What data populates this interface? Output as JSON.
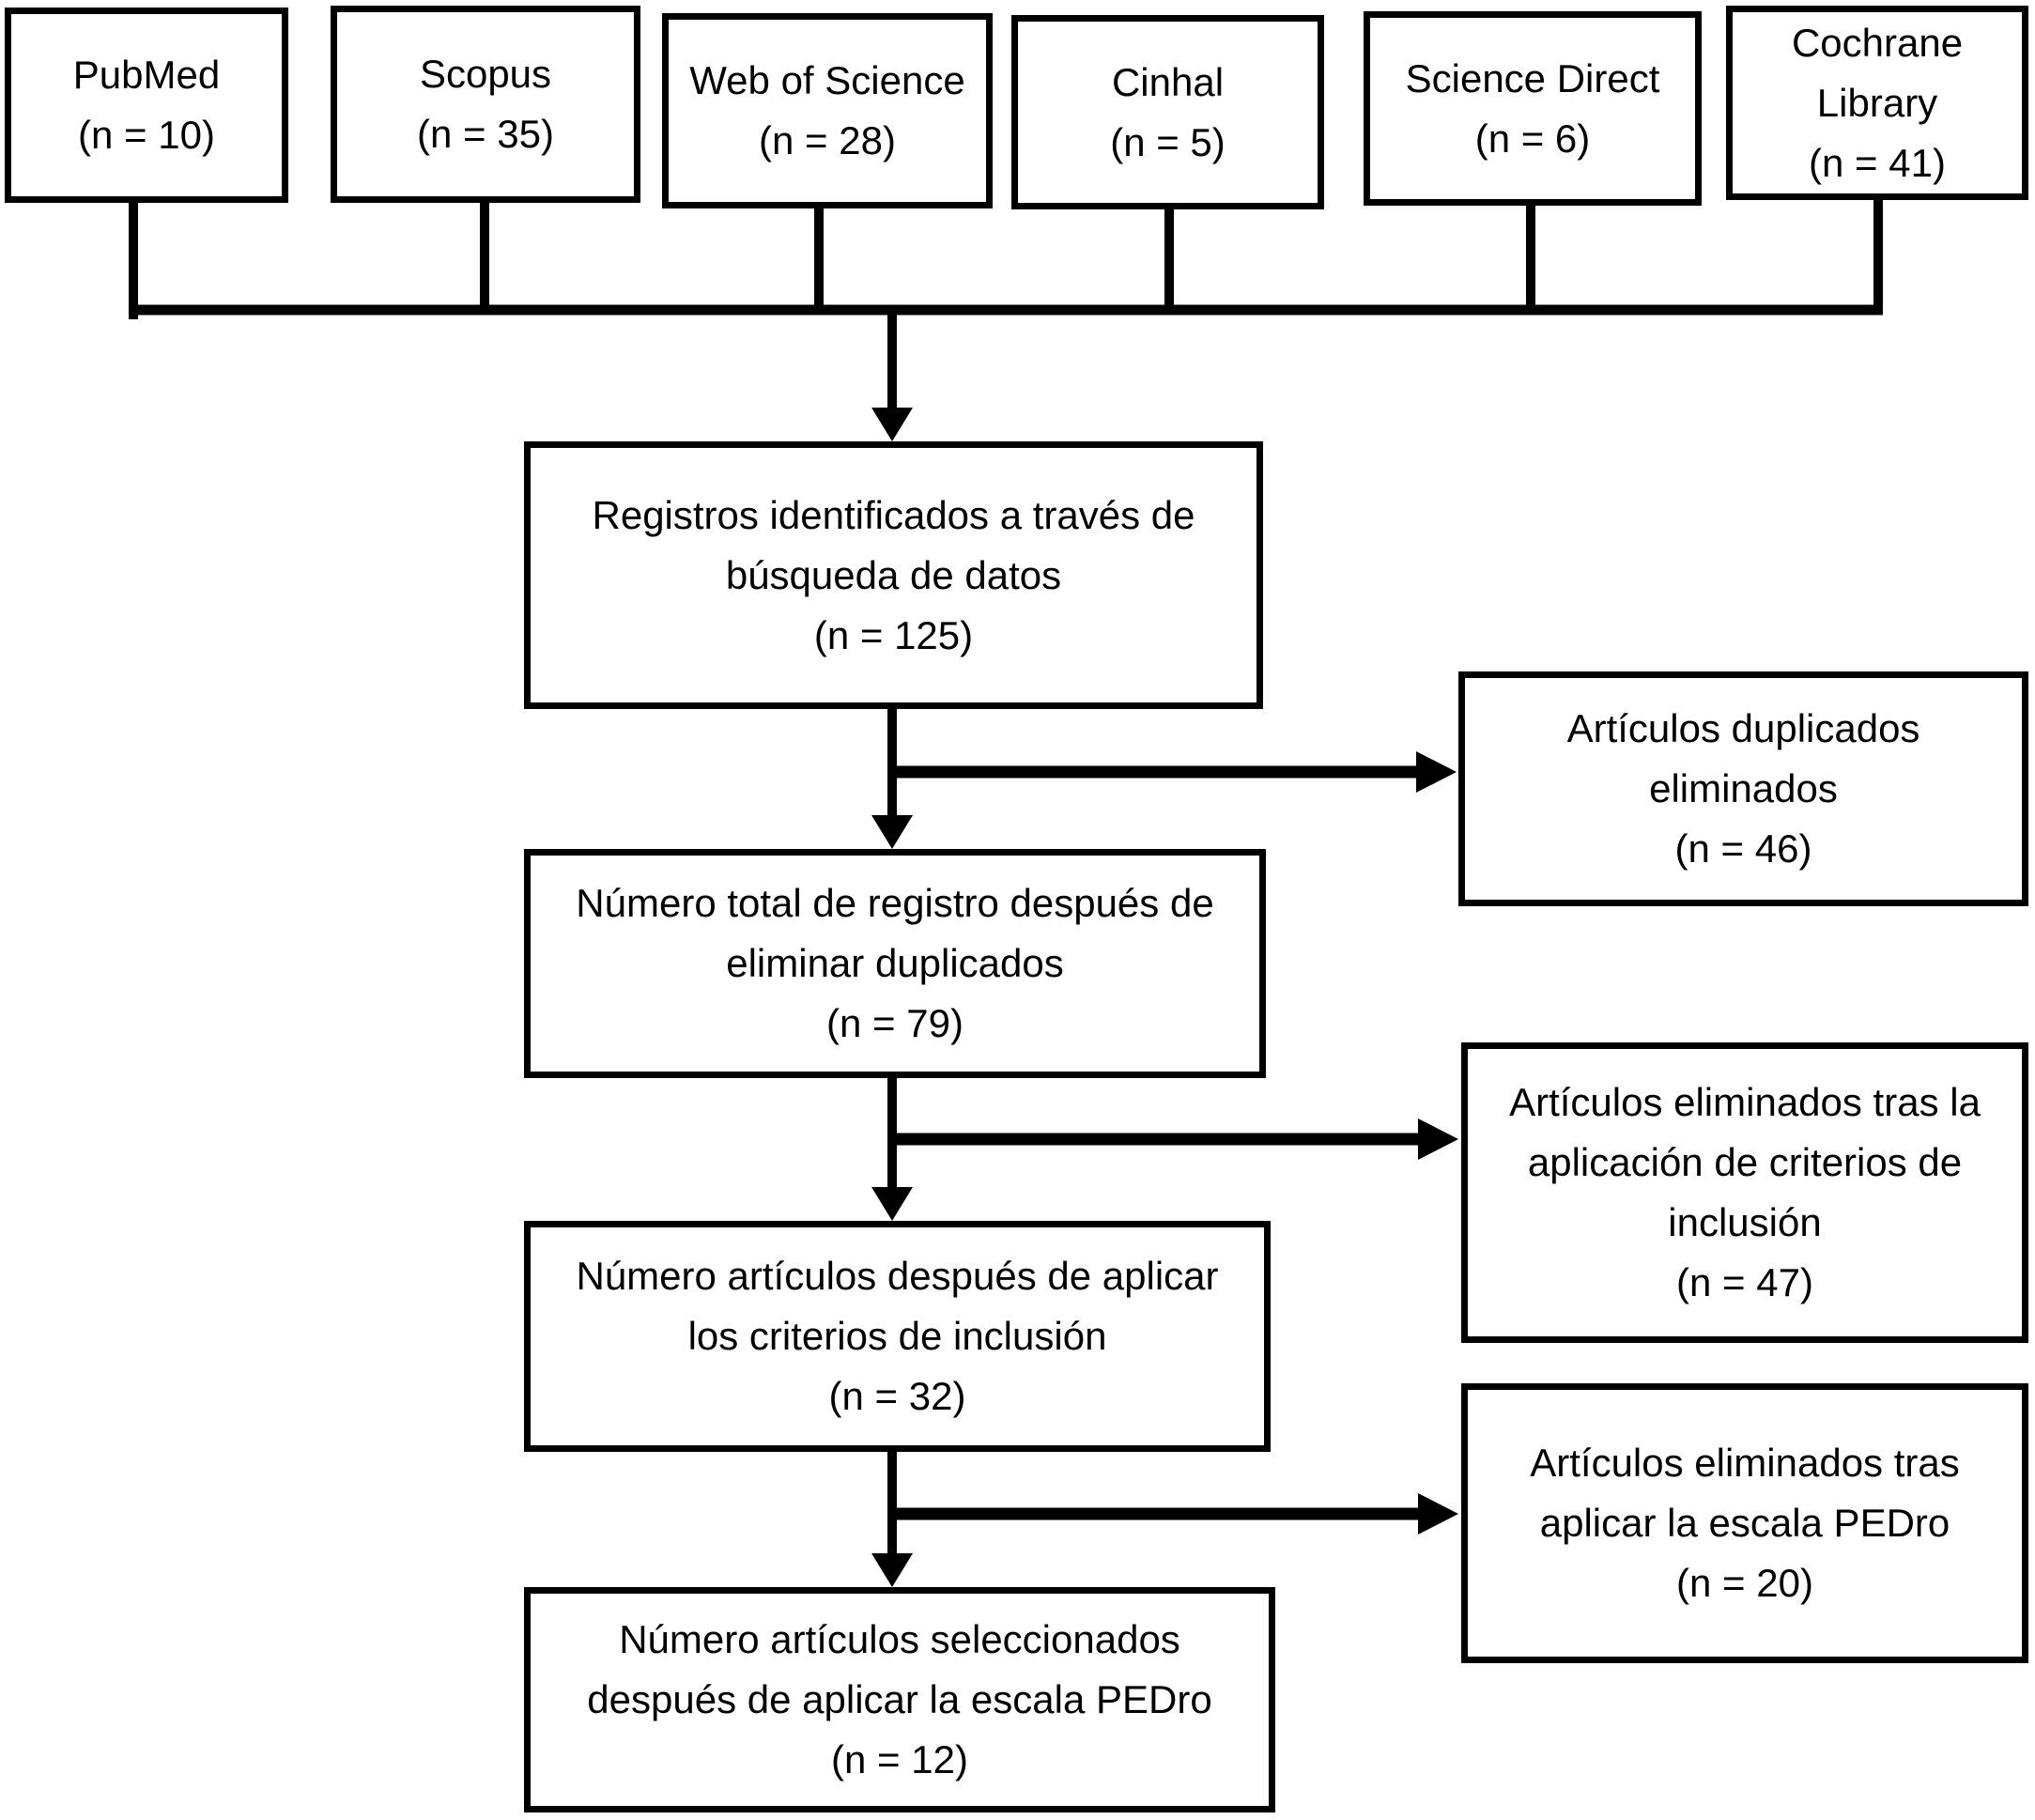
{
  "flow": {
    "colors": {
      "background": "#ffffff",
      "line_color": "#000000",
      "text_color": "#000000"
    },
    "sources": [
      {
        "name": "PubMed",
        "count": "(n = 10)"
      },
      {
        "name": "Scopus",
        "count": "(n = 35)"
      },
      {
        "name": "Web of Science",
        "count": "(n = 28)"
      },
      {
        "name": "Cinhal",
        "count": "(n = 5)"
      },
      {
        "name": "Science Direct",
        "count": "(n = 6)"
      },
      {
        "name": "Cochrane Library",
        "count": "(n = 41)"
      }
    ],
    "main_boxes": [
      {
        "lines": [
          "Registros identificados a través de",
          "búsqueda de datos"
        ],
        "count": "(n = 125)"
      },
      {
        "lines": [
          "Número total de registro después de",
          "eliminar duplicados"
        ],
        "count": "(n = 79)"
      },
      {
        "lines": [
          "Número artículos después de aplicar",
          "los criterios de inclusión"
        ],
        "count": "(n = 32)"
      },
      {
        "lines": [
          "Número artículos seleccionados",
          "después de aplicar la escala PEDro"
        ],
        "count": "(n = 12)"
      }
    ],
    "side_boxes": [
      {
        "lines": [
          "Artículos duplicados",
          "eliminados"
        ],
        "count": "(n = 46)"
      },
      {
        "lines": [
          "Artículos eliminados tras la",
          "aplicación de criterios de",
          "inclusión"
        ],
        "count": "(n = 47)"
      },
      {
        "lines": [
          "Artículos eliminados tras",
          "aplicar la escala PEDro"
        ],
        "count": "(n = 20)"
      }
    ]
  }
}
